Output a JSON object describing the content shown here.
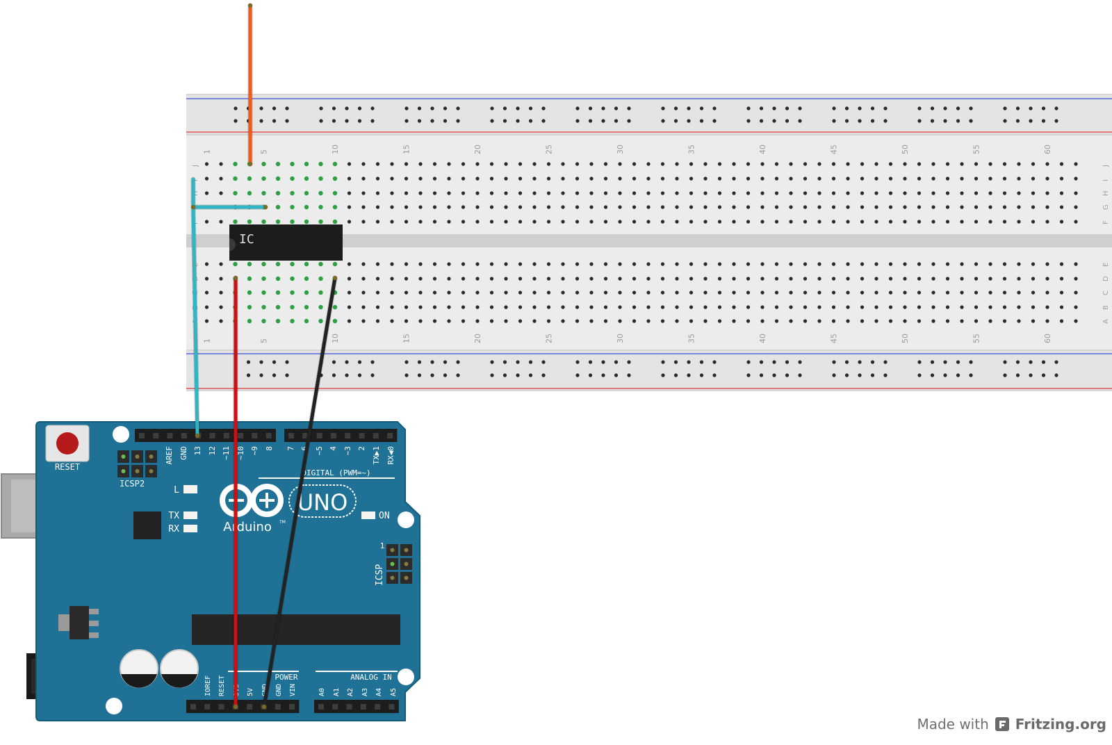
{
  "breadboard": {
    "column_numbers": [
      "1",
      "5",
      "10",
      "15",
      "20",
      "25",
      "30",
      "35",
      "40",
      "45",
      "50",
      "55",
      "60"
    ],
    "top_row_letters": [
      "J",
      "I",
      "H",
      "G",
      "F"
    ],
    "bottom_row_letters": [
      "E",
      "D",
      "C",
      "B",
      "A"
    ],
    "highlight_color": "#2ea043",
    "rail_plus_color": "#d93a3a",
    "rail_minus_color": "#3a4fd9"
  },
  "ic": {
    "label": "IC"
  },
  "wires": [
    {
      "name": "orange-wire",
      "color": "#f05a1a"
    },
    {
      "name": "teal-wire",
      "color": "#2fb5c4"
    },
    {
      "name": "red-wire",
      "color": "#d01010"
    },
    {
      "name": "black-wire",
      "color": "#222222"
    }
  ],
  "arduino": {
    "board_color": "#1f7196",
    "reset_label": "RESET",
    "icsp2_label": "ICSP2",
    "icsp_label": "ICSP",
    "icsp_pin1": "1",
    "logo_uno": "UNO",
    "logo_arduino": "Arduino",
    "tm": "TM",
    "led_l": "L",
    "led_tx": "TX",
    "led_rx": "RX",
    "led_on": "ON",
    "digital_label": "DIGITAL (PWM=~)",
    "digital_pins": [
      "AREF",
      "GND",
      "13",
      "12",
      "~11",
      "~10",
      "~9",
      "8",
      "7",
      "~6",
      "~5",
      "4",
      "~3",
      "2",
      "TX▶1",
      "RX◀0"
    ],
    "power_label": "POWER",
    "power_pins": [
      "IOREF",
      "RESET",
      "3V3",
      "5V",
      "GND",
      "GND",
      "VIN"
    ],
    "analog_label": "ANALOG IN",
    "analog_pins": [
      "A0",
      "A1",
      "A2",
      "A3",
      "A4",
      "A5"
    ]
  },
  "credit": {
    "made_with": "Made with",
    "brand": "Fritzing.org"
  }
}
